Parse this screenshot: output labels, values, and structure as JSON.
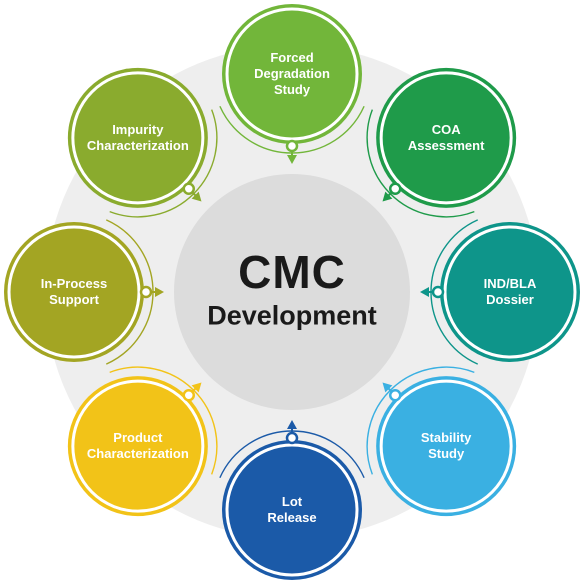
{
  "center": {
    "title": "CMC",
    "subtitle": "Development"
  },
  "nodes": [
    {
      "id": "forced-degradation",
      "label": "Forced\nDegradation\nStudy",
      "color": "#72b63a"
    },
    {
      "id": "coa",
      "label": "COA\nAssessment",
      "color": "#1f9b4a"
    },
    {
      "id": "ind-bla",
      "label": "IND/BLA\nDossier",
      "color": "#0e958a"
    },
    {
      "id": "stability",
      "label": "Stability\nStudy",
      "color": "#3ab0e2"
    },
    {
      "id": "lot-release",
      "label": "Lot\nRelease",
      "color": "#1b5aa8"
    },
    {
      "id": "product-characterization",
      "label": "Product\nCharacterization",
      "color": "#f2c318"
    },
    {
      "id": "in-process",
      "label": "In-Process\nSupport",
      "color": "#a3a523"
    },
    {
      "id": "impurity",
      "label": "Impurity\nCharacterization",
      "color": "#8aab2e"
    }
  ]
}
